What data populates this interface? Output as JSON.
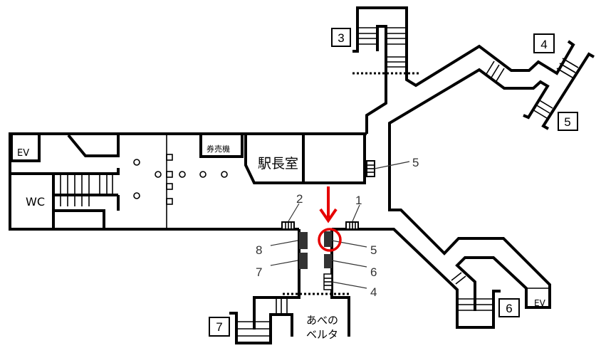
{
  "labels": {
    "ev_left": "EV",
    "ev_right": "EV",
    "wc": "WC",
    "ticket_machine": "券売機",
    "station_master": "駅長室",
    "abeno_1": "あべの",
    "abeno_2": "ベルタ"
  },
  "exits": [
    "3",
    "4",
    "5",
    "6",
    "7"
  ],
  "stairs": {
    "s1": "1",
    "s2": "2",
    "s4": "4",
    "s5": "5",
    "s5b": "5",
    "s6": "6",
    "s7": "7",
    "s8": "8"
  },
  "colors": {
    "highlight": "#e60000",
    "wall": "#000000",
    "elevator_block": "#333333"
  }
}
